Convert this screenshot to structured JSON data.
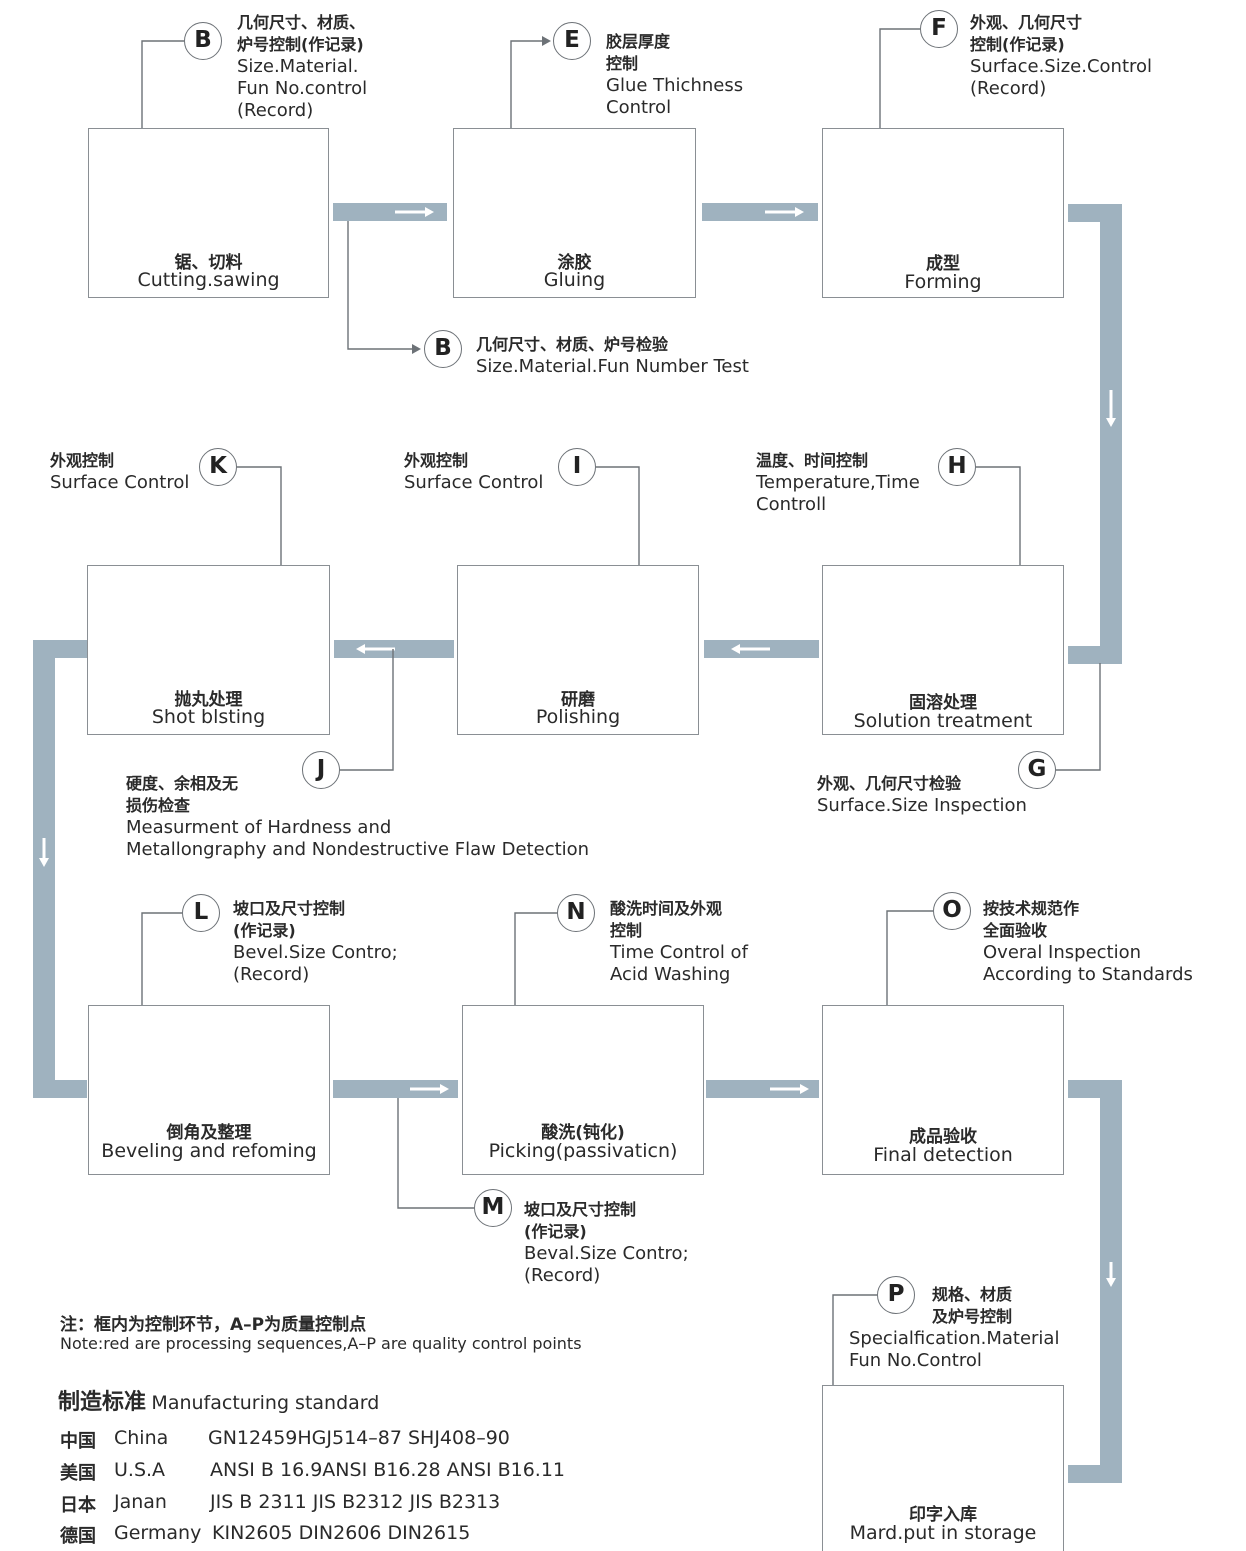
{
  "processes": {
    "cutting": {
      "zh": "锯、切料",
      "en": "Cutting.sawing"
    },
    "gluing": {
      "zh": "涂胶",
      "en": "Gluing"
    },
    "forming": {
      "zh": "成型",
      "en": "Forming"
    },
    "solution": {
      "zh": "固溶处理",
      "en": "Solution treatment"
    },
    "polishing": {
      "zh": "研磨",
      "en": "Polishing"
    },
    "shot": {
      "zh": "抛丸处理",
      "en": "Shot blsting"
    },
    "beveling": {
      "zh": "倒角及整理",
      "en": "Beveling and refoming"
    },
    "picking": {
      "zh": "酸洗(钝化)",
      "en": "Picking(passivaticn)"
    },
    "final": {
      "zh": "成品验收",
      "en": "Final detection"
    },
    "storage": {
      "zh": "印字入库",
      "en": "Mard.put in storage"
    }
  },
  "control_points": {
    "b1": {
      "letter": "B",
      "lines": [
        "几何尺寸、材质、",
        "炉号控制(作记录)",
        "Size.Material.",
        "Fun No.control",
        "(Record)"
      ]
    },
    "e": {
      "letter": "E",
      "lines": [
        "胶层厚度",
        "控制",
        "Glue Thichness",
        "Control"
      ]
    },
    "f": {
      "letter": "F",
      "lines": [
        "外观、几何尺寸",
        "控制(作记录)",
        "Surface.Size.Control",
        "(Record)"
      ]
    },
    "b2": {
      "letter": "B",
      "lines": [
        "几何尺寸、材质、炉号检验",
        "Size.Material.Fun Number Test"
      ]
    },
    "k": {
      "letter": "K",
      "lines": [
        "外观控制",
        "Surface Control"
      ]
    },
    "i": {
      "letter": "I",
      "lines": [
        "外观控制",
        "Surface Control"
      ]
    },
    "h": {
      "letter": "H",
      "lines": [
        "温度、时间控制",
        "Temperature,Time",
        "Controll"
      ]
    },
    "j": {
      "letter": "J",
      "lines": [
        "硬度、余相及无",
        "损伤检查",
        "Measurment of Hardness and",
        "Metallongraphy and Nondestructive Flaw Detection"
      ]
    },
    "g": {
      "letter": "G",
      "lines": [
        "外观、几何尺寸检验",
        "Surface.Size Inspection"
      ]
    },
    "l": {
      "letter": "L",
      "lines": [
        "坡口及尺寸控制",
        "(作记录)",
        "Bevel.Size Contro;",
        "(Record)"
      ]
    },
    "n": {
      "letter": "N",
      "lines": [
        "酸洗时间及外观",
        "控制",
        "Time Control of",
        "Acid Washing"
      ]
    },
    "o": {
      "letter": "O",
      "lines": [
        "按技术规范作",
        "全面验收",
        "Overal Inspection",
        "According to Standards"
      ]
    },
    "m": {
      "letter": "M",
      "lines": [
        "坡口及尺寸控制",
        "(作记录)",
        "Beval.Size Contro;",
        "(Record)"
      ]
    },
    "p": {
      "letter": "P",
      "lines": [
        "规格、材质",
        "及炉号控制",
        "Specialfication.Material",
        "Fun No.Control"
      ]
    }
  },
  "notes": {
    "zh": "注：框内为控制环节，A–P为质量控制点",
    "en": "Note:red are processing sequences,A–P are quality control points"
  },
  "standards": {
    "title_zh": "制造标准",
    "title_en": "Manufacturing standard",
    "rows": [
      {
        "zh": "中国",
        "en": "China",
        "codes": "GN12459HGJ514–87  SHJ408–90"
      },
      {
        "zh": "美国",
        "en": "U.S.A",
        "codes": "ANSI B 16.9ANSI B16.28 ANSI B16.11"
      },
      {
        "zh": "日本",
        "en": "Janan",
        "codes": "JIS B 2311 JIS B2312 JIS B2313"
      },
      {
        "zh": "德国",
        "en": "Germany",
        "codes": "KIN2605 DIN2606 DIN2615"
      }
    ]
  },
  "colors": {
    "flow": "#9fb2bf",
    "flow_arrow": "#ffffff",
    "line": "#6d7277",
    "metal_dark": "#3f5f73",
    "metal_light": "#e8eef2"
  }
}
